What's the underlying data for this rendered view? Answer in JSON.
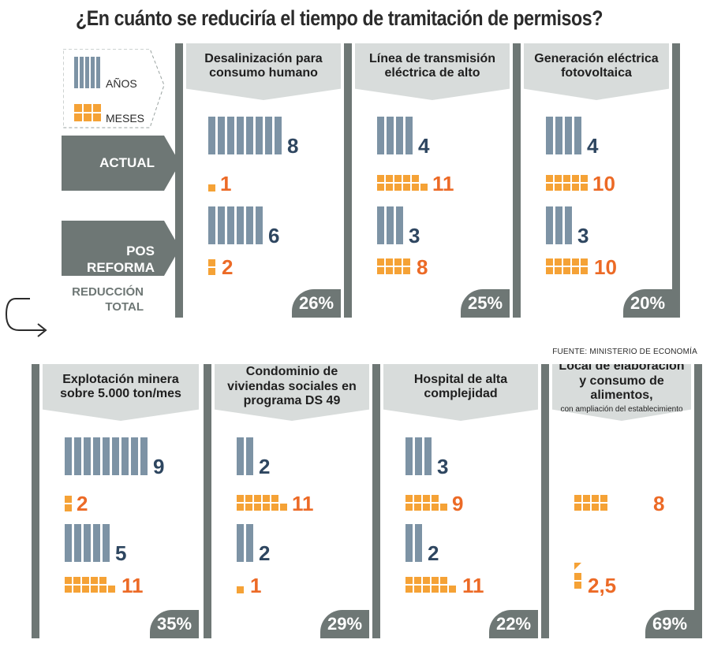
{
  "title": "¿En cuánto se reduciría el tiempo de tramitación de permisos?",
  "legend": {
    "years_label": "AÑOS",
    "months_label": "MESES"
  },
  "rows": {
    "current": "ACTUAL",
    "post_reform_line1": "POS",
    "post_reform_line2": "REFORMA"
  },
  "reduction_label_line1": "REDUCCIÓN",
  "reduction_label_line2": "TOTAL",
  "source": "FUENTE: MINISTERIO DE ECONOMÍA",
  "colors": {
    "years": "#7d93a5",
    "months": "#f5a236",
    "years_text": "#2e4660",
    "months_text": "#ec6a26",
    "bar": "#6e7775",
    "header": "#d8dcdb"
  },
  "chart_data": {
    "type": "table",
    "title": "¿En cuánto se reduciría el tiempo de tramitación de permisos?",
    "columns": [
      "actual_years",
      "actual_months",
      "post_reform_years",
      "post_reform_months",
      "total_reduction"
    ],
    "projects": [
      {
        "name": "Desalinización para consumo humano",
        "actual": {
          "years": 8,
          "months": 1
        },
        "post_reform": {
          "years": 6,
          "months": 2
        },
        "reduction": "26%",
        "labels": {
          "actual_years": "8",
          "actual_months": "1",
          "post_years": "6",
          "post_months": "2"
        }
      },
      {
        "name": "Línea de transmisión eléctrica de alto",
        "actual": {
          "years": 4,
          "months": 11
        },
        "post_reform": {
          "years": 3,
          "months": 8
        },
        "reduction": "25%",
        "labels": {
          "actual_years": "4",
          "actual_months": "11",
          "post_years": "3",
          "post_months": "8"
        }
      },
      {
        "name": "Generación eléctrica fotovoltaica",
        "actual": {
          "years": 4,
          "months": 10
        },
        "post_reform": {
          "years": 3,
          "months": 10
        },
        "reduction": "20%",
        "labels": {
          "actual_years": "4",
          "actual_months": "10",
          "post_years": "3",
          "post_months": "10"
        }
      },
      {
        "name": "Explotación minera sobre 5.000 ton/mes",
        "actual": {
          "years": 9,
          "months": 2
        },
        "post_reform": {
          "years": 5,
          "months": 11
        },
        "reduction": "35%",
        "labels": {
          "actual_years": "9",
          "actual_months": "2",
          "post_years": "5",
          "post_months": "11"
        }
      },
      {
        "name": "Condominio de viviendas sociales en programa DS 49",
        "actual": {
          "years": 2,
          "months": 11
        },
        "post_reform": {
          "years": 2,
          "months": 1
        },
        "reduction": "29%",
        "labels": {
          "actual_years": "2",
          "actual_months": "11",
          "post_years": "2",
          "post_months": "1"
        }
      },
      {
        "name": "Hospital de alta complejidad",
        "actual": {
          "years": 3,
          "months": 9
        },
        "post_reform": {
          "years": 2,
          "months": 11
        },
        "reduction": "22%",
        "labels": {
          "actual_years": "3",
          "actual_months": "9",
          "post_years": "2",
          "post_months": "11"
        }
      },
      {
        "name": "Local de elaboración y consumo de alimentos,",
        "subtitle": "con ampliación del establecimiento",
        "actual": {
          "years": 0,
          "months": 8
        },
        "post_reform": {
          "years": 0,
          "months": 2.5
        },
        "reduction": "69%",
        "labels": {
          "actual_years": "",
          "actual_months": "8",
          "post_years": "",
          "post_months": "2,5"
        }
      }
    ]
  }
}
